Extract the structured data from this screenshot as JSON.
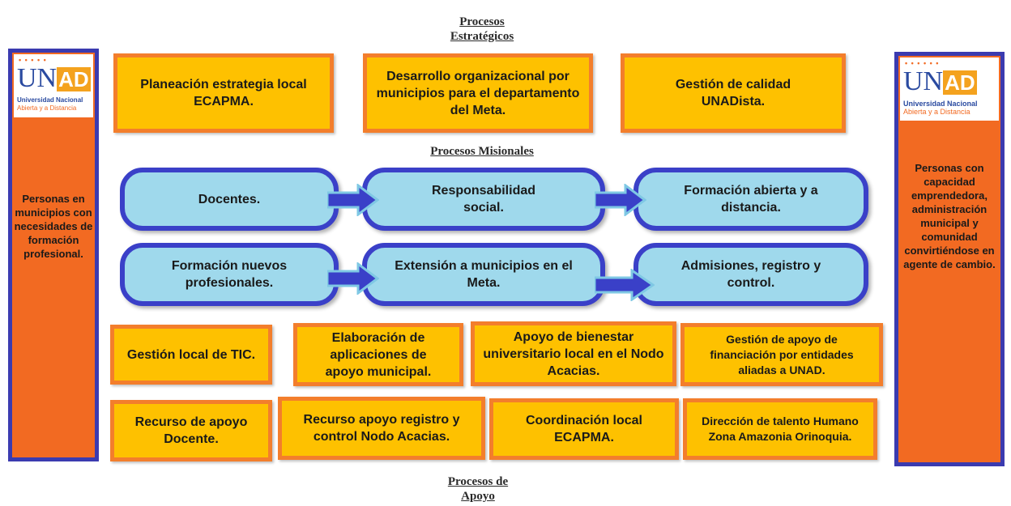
{
  "headings": {
    "strategic": "Procesos\nEstratégicos",
    "misional": "Procesos Misionales",
    "support": "Procesos de\nApoyo"
  },
  "logo": {
    "mark_un": "UN",
    "mark_ad": "AD",
    "line1": "Universidad Nacional",
    "line2": "Abierta y a Distancia"
  },
  "left_panel": "Personas en municipios con necesidades de formación profesional.",
  "right_panel": "Personas con capacidad emprendedora, administración municipal y comunidad convirtiéndose en agente de cambio.",
  "strategic": [
    "Planeación estrategia local ECAPMA.",
    "Desarrollo organizacional por municipios para el departamento del Meta.",
    "Gestión de calidad UNADista."
  ],
  "misional_row1": [
    "Docentes.",
    "Responsabilidad social.",
    "Formación abierta y a distancia."
  ],
  "misional_row2": [
    "Formación nuevos profesionales.",
    "Extensión a municipios en el Meta.",
    "Admisiones, registro y control."
  ],
  "support_row1": [
    "Gestión local de TIC.",
    "Elaboración de aplicaciones de apoyo municipal.",
    "Apoyo de bienestar universitario local en el Nodo Acacias.",
    "Gestión de apoyo de financiación por entidades aliadas a UNAD."
  ],
  "support_row2": [
    "Recurso de apoyo Docente.",
    "Recurso apoyo registro y control Nodo Acacias.",
    "Coordinación local ECAPMA.",
    "Dirección de talento Humano Zona Amazonia Orinoquia."
  ],
  "colors": {
    "orange_fill": "#fec100",
    "orange_border": "#f37e2c",
    "side_fill": "#f26a22",
    "side_border": "#3b3bb0",
    "blue_fill": "#9fd9ec",
    "blue_border": "#3a40c8"
  }
}
